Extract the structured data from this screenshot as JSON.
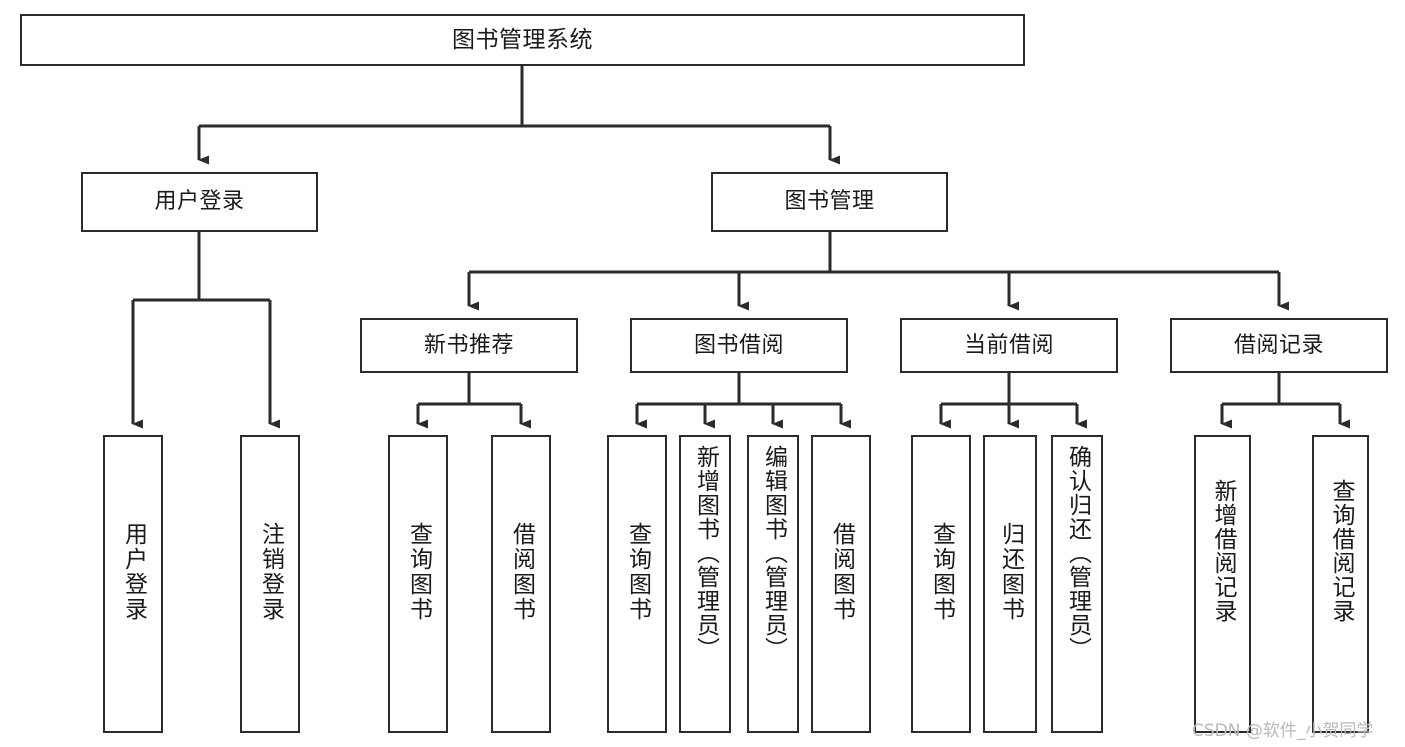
{
  "diagram": {
    "type": "tree-hierarchy-chart",
    "title": "图书管理系统",
    "colors": {
      "box_border": "#2b2b2b",
      "box_fill": "#ffffff",
      "connector": "#2b2b2b",
      "text": "#1a1a1a",
      "watermark": "#b9b9b9",
      "background": "#ffffff"
    },
    "root": {
      "label": "图书管理系统"
    },
    "level2": [
      {
        "label": "用户登录"
      },
      {
        "label": "图书管理"
      }
    ],
    "level3": [
      {
        "label": "新书推荐"
      },
      {
        "label": "图书借阅"
      },
      {
        "label": "当前借阅"
      },
      {
        "label": "借阅记录"
      }
    ],
    "leaves": {
      "user_login": [
        {
          "label": "用户登录"
        },
        {
          "label": "注销登录"
        }
      ],
      "new_book_recommend": [
        {
          "label": "查询图书"
        },
        {
          "label": "借阅图书"
        }
      ],
      "book_borrow": [
        {
          "label": "查询图书"
        },
        {
          "label": "新增图书（管理员）"
        },
        {
          "label": "编辑图书（管理员）"
        },
        {
          "label": "借阅图书"
        }
      ],
      "current_borrow": [
        {
          "label": "查询图书"
        },
        {
          "label": "归还图书"
        },
        {
          "label": "确认归还（管理员）"
        }
      ],
      "borrow_record": [
        {
          "label": "新增借阅记录"
        },
        {
          "label": "查询借阅记录"
        }
      ]
    },
    "watermark": "CSDN @软件_小贺同学"
  }
}
